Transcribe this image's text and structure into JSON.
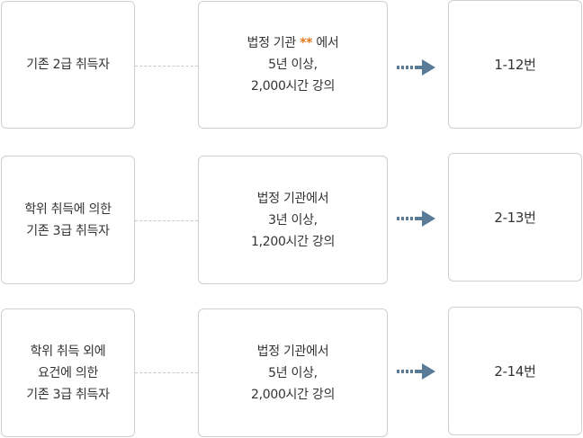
{
  "colors": {
    "border": "#cfcfcf",
    "connector": "#c8c8c8",
    "arrow": "#5b7a96",
    "highlight": "#e07a1f",
    "text": "#333333"
  },
  "rows": [
    {
      "qualification": [
        "기존 2급 취득자"
      ],
      "requirement": {
        "line1_text": "법정 기관",
        "line1_mark": "**",
        "line1_suffix": "에서",
        "lines": [
          "5년 이상,",
          "2,000시간 강의"
        ]
      },
      "result": "1-12번"
    },
    {
      "qualification": [
        "학위 취득에 의한",
        "기존 3급 취득자"
      ],
      "requirement": {
        "line1_text": "법정 기관에서",
        "lines": [
          "3년 이상,",
          "1,200시간 강의"
        ]
      },
      "result": "2-13번"
    },
    {
      "qualification": [
        "학위 취득 외에",
        "요건에 의한",
        "기존 3급 취득자"
      ],
      "requirement": {
        "line1_text": "법정 기관에서",
        "lines": [
          "5년 이상,",
          "2,000시간 강의"
        ]
      },
      "result": "2-14번"
    }
  ],
  "icons": {
    "arrow": "dotted-right-arrow-icon"
  }
}
